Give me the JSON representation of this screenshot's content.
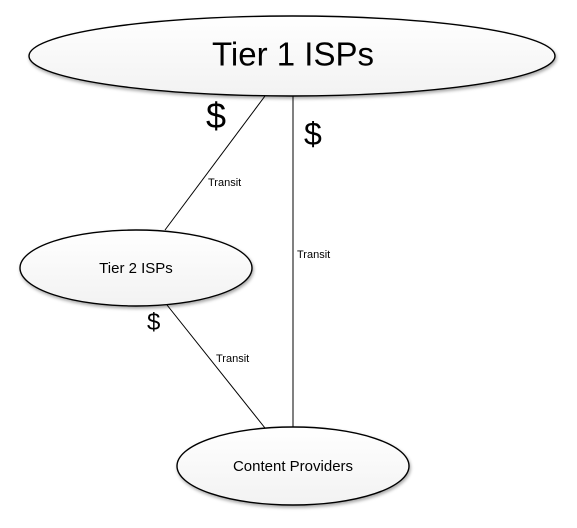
{
  "nodes": {
    "tier1": {
      "label": "Tier 1 ISPs"
    },
    "tier2": {
      "label": "Tier 2 ISPs"
    },
    "content": {
      "label": "Content Providers"
    }
  },
  "edges": {
    "tier1_tier2": {
      "label": "Transit",
      "payment": "$"
    },
    "tier1_content": {
      "label": "Transit",
      "payment": "$"
    },
    "tier2_content": {
      "label": "Transit",
      "payment": "$"
    }
  }
}
